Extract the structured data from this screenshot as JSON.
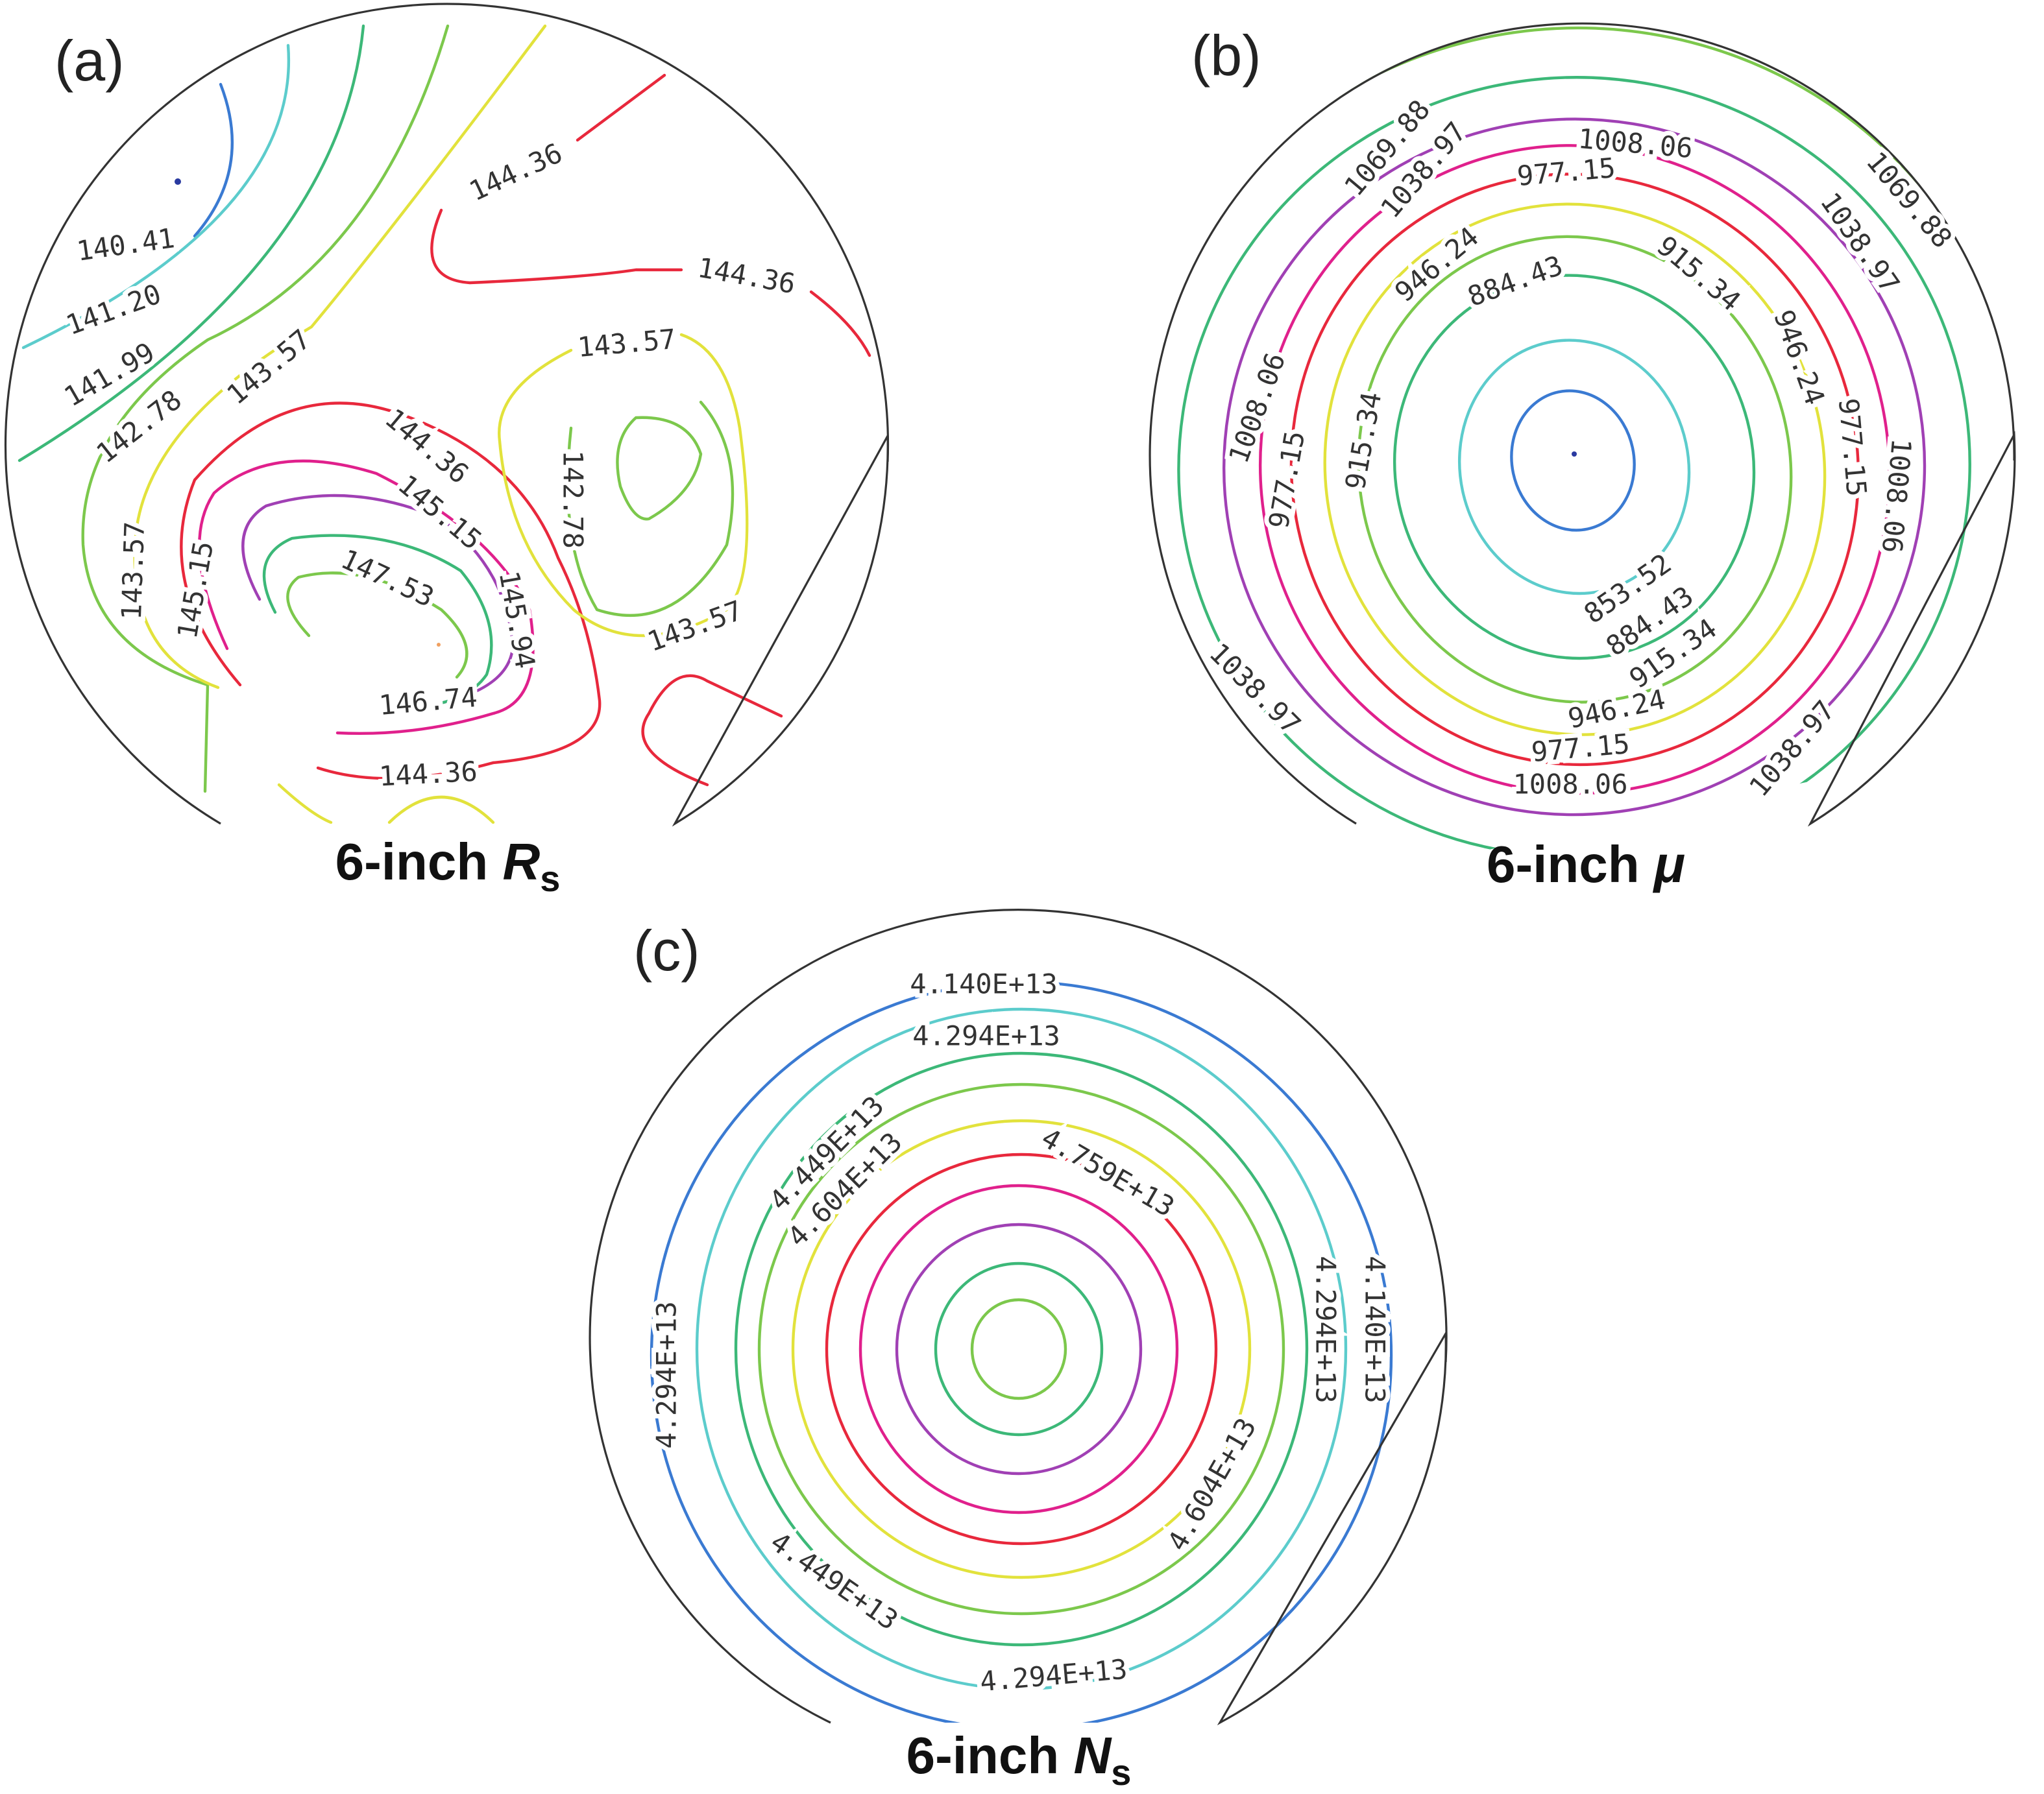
{
  "colors": {
    "blue": "#3a7ad2",
    "cyan": "#5ccccc",
    "green": "#3cb878",
    "lightgreen": "#7cc84c",
    "yellow": "#e2e23c",
    "red": "#e8283c",
    "magenta": "#e0208c",
    "purple": "#a040b4",
    "wafer": "#333333"
  },
  "chart_data": [
    {
      "type": "contour",
      "panel_letter": "(a)",
      "title": {
        "prefix": "6-inch ",
        "symbol": "R",
        "subscript": "s"
      },
      "levels": [
        140.41,
        141.2,
        141.99,
        142.78,
        143.57,
        144.36,
        145.15,
        145.94,
        146.74,
        147.53
      ],
      "labels": [
        "140.41",
        "141.20",
        "141.99",
        "142.78",
        "143.57",
        "144.36",
        "144.36",
        "143.57",
        "144.36",
        "145.15",
        "142.78",
        "143.57",
        "147.53",
        "146.74",
        "145.94",
        "145.15",
        "144.36",
        "143.57"
      ]
    },
    {
      "type": "contour",
      "panel_letter": "(b)",
      "title": {
        "prefix": "6-inch ",
        "symbol": "μ",
        "subscript": ""
      },
      "levels": [
        853.52,
        884.43,
        915.34,
        946.24,
        977.15,
        1008.06,
        1038.97,
        1069.88
      ],
      "labels": [
        "1069.88",
        "1038.97",
        "1008.06",
        "977.15",
        "946.24",
        "884.43",
        "915.34",
        "946.24",
        "1069.88",
        "1038.97",
        "1008.06",
        "977.15",
        "915.34",
        "977.15",
        "1008.06",
        "853.52",
        "884.43",
        "915.34",
        "946.24",
        "977.15",
        "1008.06",
        "1038.97",
        "1038.97"
      ]
    },
    {
      "type": "contour",
      "panel_letter": "(c)",
      "title": {
        "prefix": "6-inch ",
        "symbol": "N",
        "subscript": "s"
      },
      "levels": [
        "4.140E+13",
        "4.294E+13",
        "4.449E+13",
        "4.604E+13",
        "4.759E+13"
      ],
      "labels": [
        "4.140E+13",
        "4.294E+13",
        "4.449E+13",
        "4.604E+13",
        "4.759E+13",
        "4.294E+13",
        "4.140E+13",
        "4.294E+13",
        "4.604E+13",
        "4.449E+13",
        "4.294E+13"
      ]
    }
  ]
}
